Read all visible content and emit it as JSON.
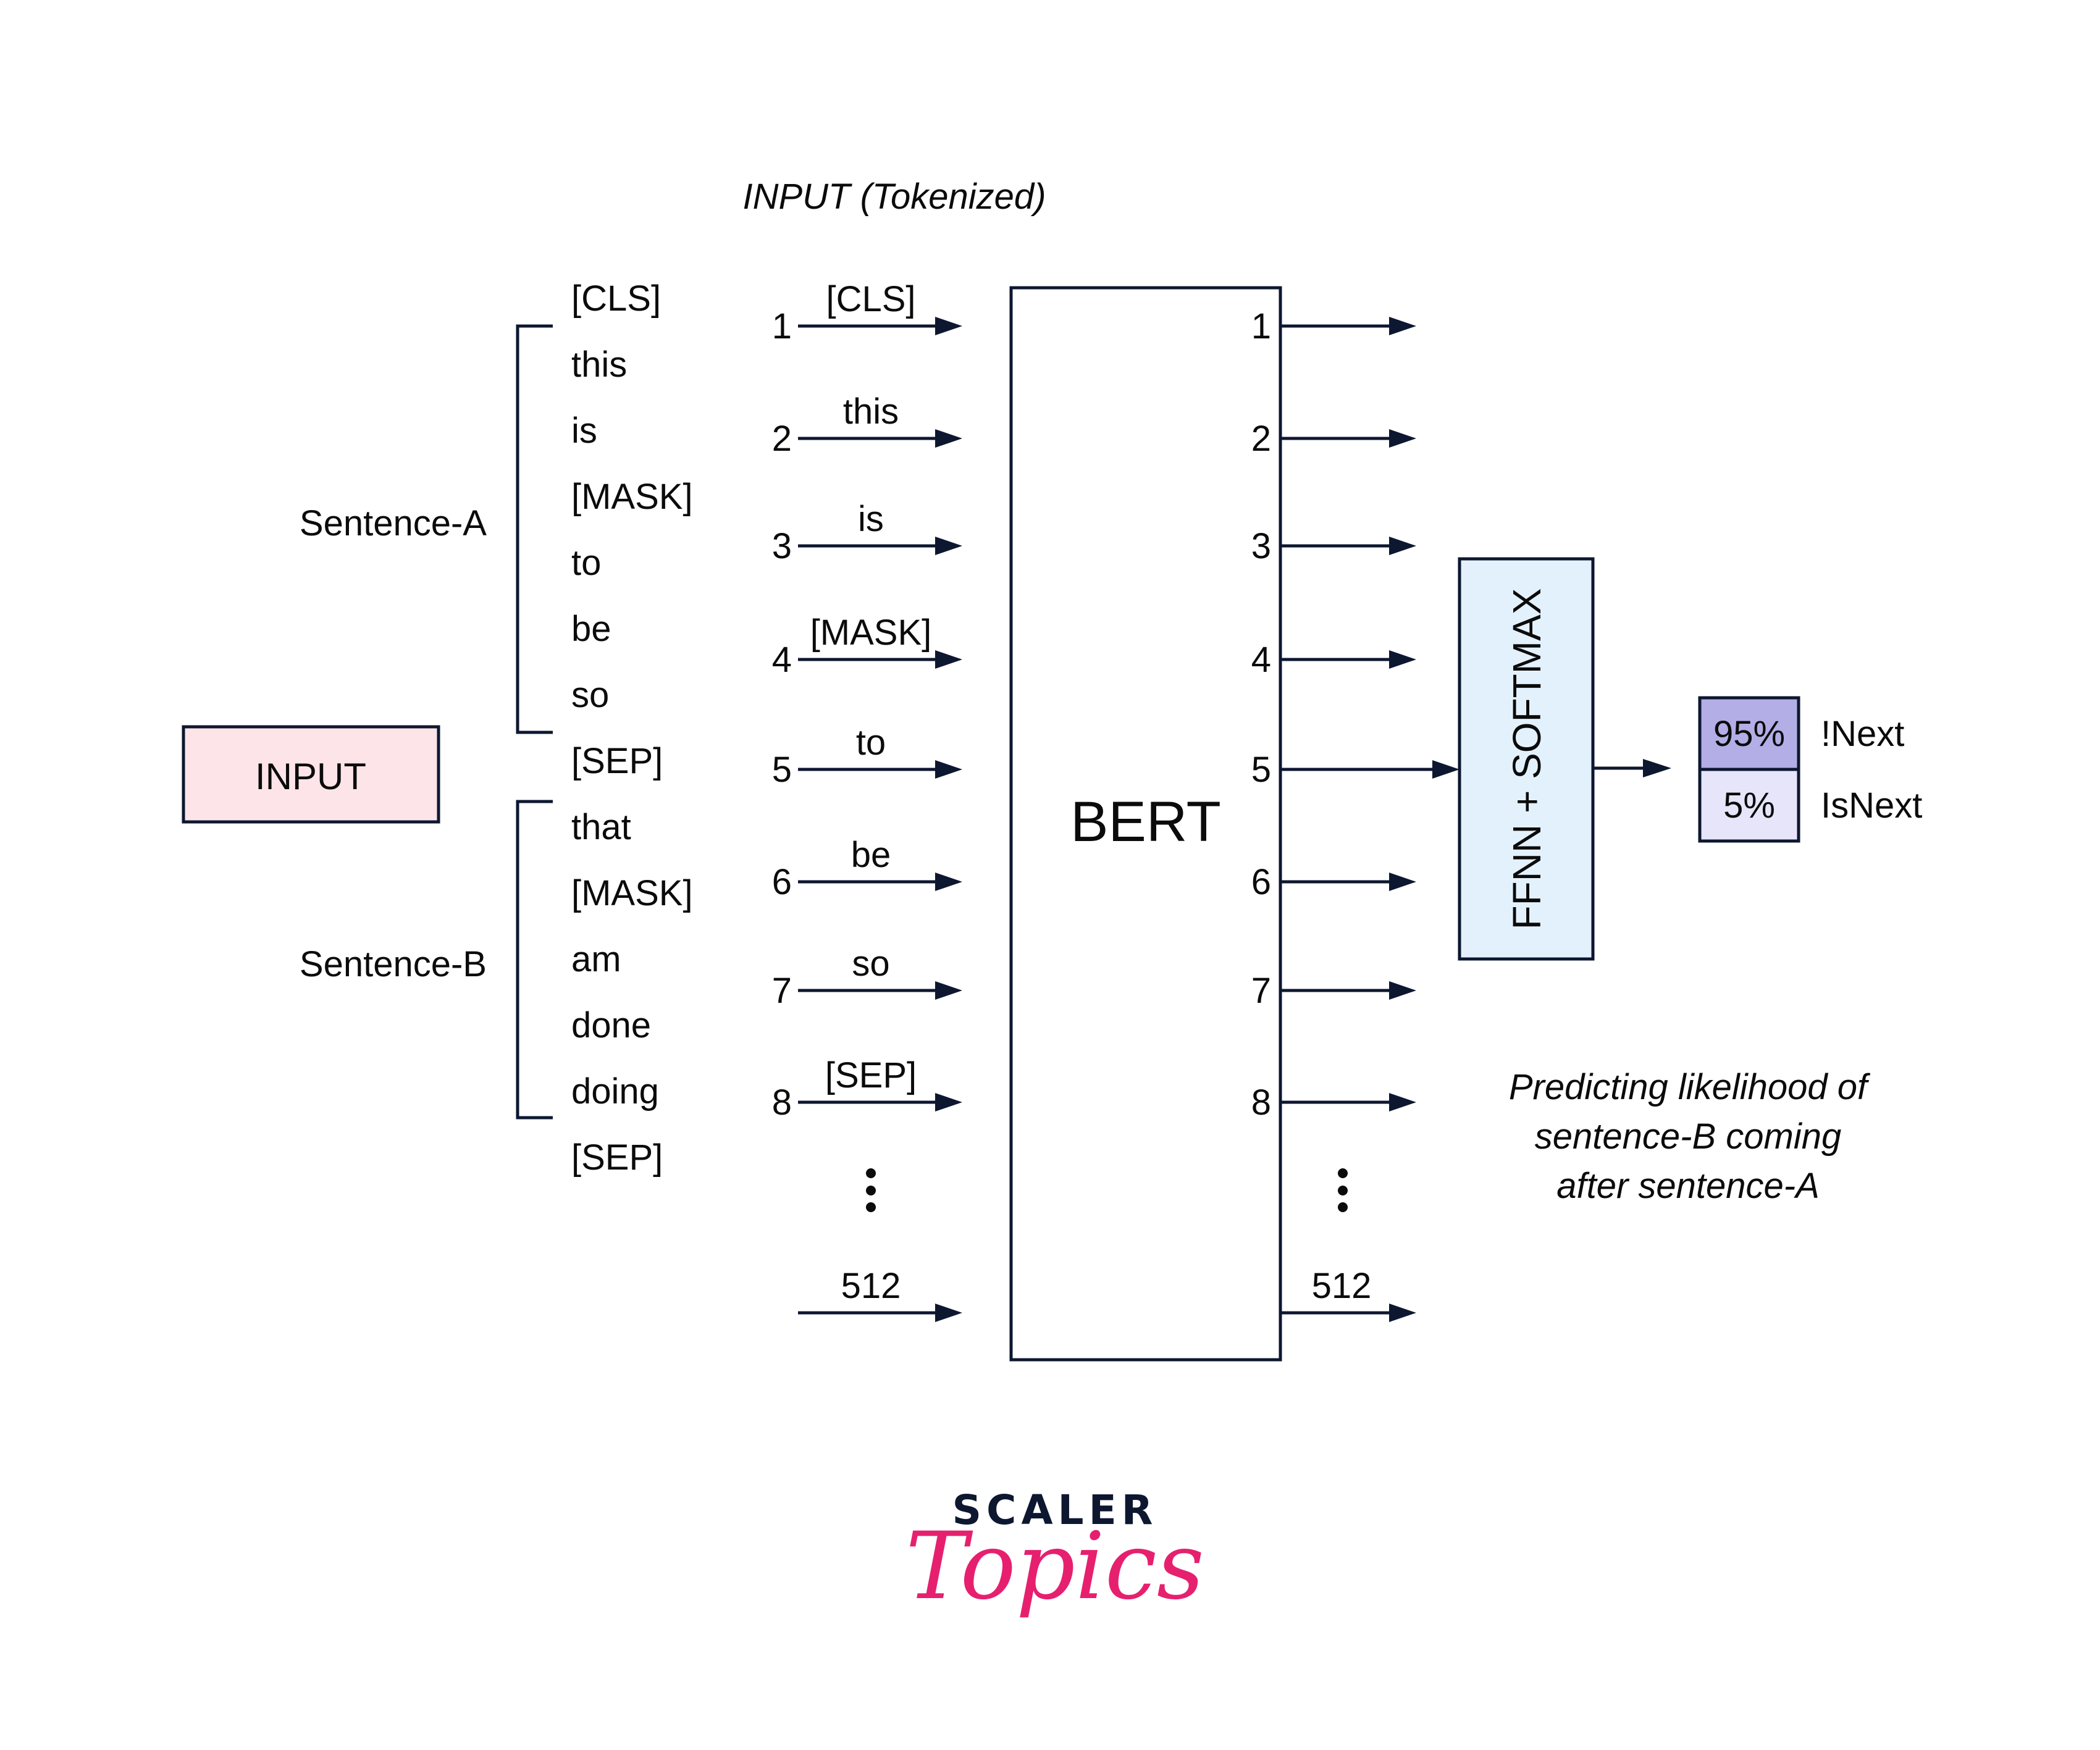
{
  "header": {
    "title": "INPUT (Tokenized)"
  },
  "input_box": {
    "label": "INPUT",
    "fill": "#fde4e8"
  },
  "sentences": [
    {
      "label": "Sentence-A"
    },
    {
      "label": "Sentence-B"
    }
  ],
  "tokens": [
    "[CLS]",
    "this",
    "is",
    "[MASK]",
    "to",
    "be",
    "so",
    "[SEP]",
    "that",
    "[MASK]",
    "am",
    "done",
    "doing",
    "[SEP]"
  ],
  "input_arrows": [
    {
      "index": "1",
      "token": "[CLS]"
    },
    {
      "index": "2",
      "token": "this"
    },
    {
      "index": "3",
      "token": "is"
    },
    {
      "index": "4",
      "token": "[MASK]"
    },
    {
      "index": "5",
      "token": "to"
    },
    {
      "index": "6",
      "token": "be"
    },
    {
      "index": "7",
      "token": "so"
    },
    {
      "index": "8",
      "token": "[SEP]"
    }
  ],
  "input_last": {
    "label": "512"
  },
  "bert": {
    "label": "BERT"
  },
  "output_indices": [
    "1",
    "2",
    "3",
    "4",
    "5",
    "6",
    "7",
    "8"
  ],
  "output_last": {
    "label": "512"
  },
  "ffnn": {
    "label": "FFNN + SOFTMAX",
    "fill": "#e3f1fd"
  },
  "predictions": [
    {
      "value": "95%",
      "label": "!Next",
      "fill": "#b3aee6"
    },
    {
      "value": "5%",
      "label": "IsNext",
      "fill": "#e7e5fa"
    }
  ],
  "caption": {
    "lines": [
      "Predicting likelihood of",
      "sentence-B coming",
      "after sentence-A"
    ]
  },
  "logo": {
    "brand": "SCALER",
    "sub": "Topics",
    "brand_color": "#0d1730",
    "sub_color": "#e6206e"
  },
  "colors": {
    "stroke": "#0d1730"
  }
}
